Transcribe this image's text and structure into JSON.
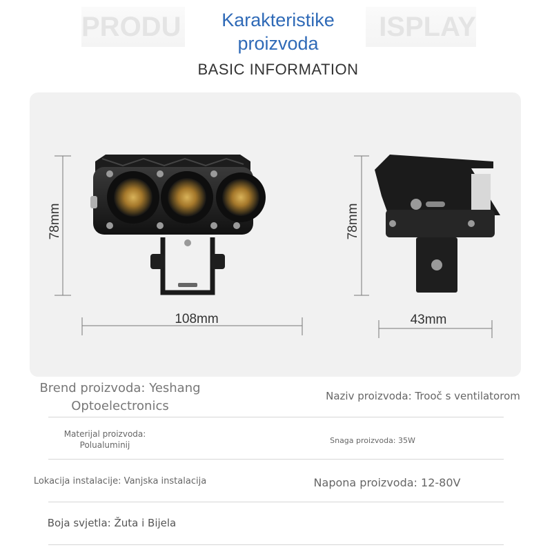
{
  "header": {
    "background_word": "PRODUCT DISPLAY",
    "bg_left": "PRODU",
    "bg_right": "ISPLAY",
    "title_line1": "Karakteristike",
    "title_line2": "proizvoda",
    "subtitle": "BASIC INFORMATION"
  },
  "dimensions": {
    "front_height": "78mm",
    "front_width": "108mm",
    "side_height": "78mm",
    "side_depth": "43mm"
  },
  "specs": {
    "brand_line1": "Brend proizvoda: Yeshang",
    "brand_line2": "Optoelectronics",
    "name": "Naziv proizvoda: Trooč s ventilatorom",
    "material_line1": "Materijal proizvoda:",
    "material_line2": "Polualuminij",
    "power": "Snaga proizvoda: 35W",
    "location": "Lokacija instalacije: Vanjska instalacija",
    "voltage": "Napona proizvoda: 12-80V",
    "light_color": "Boja svjetla: Žuta i Bijela"
  },
  "colors": {
    "title": "#2f6ab7",
    "panel": "#f1f1f1",
    "lens": "#b8892e"
  }
}
